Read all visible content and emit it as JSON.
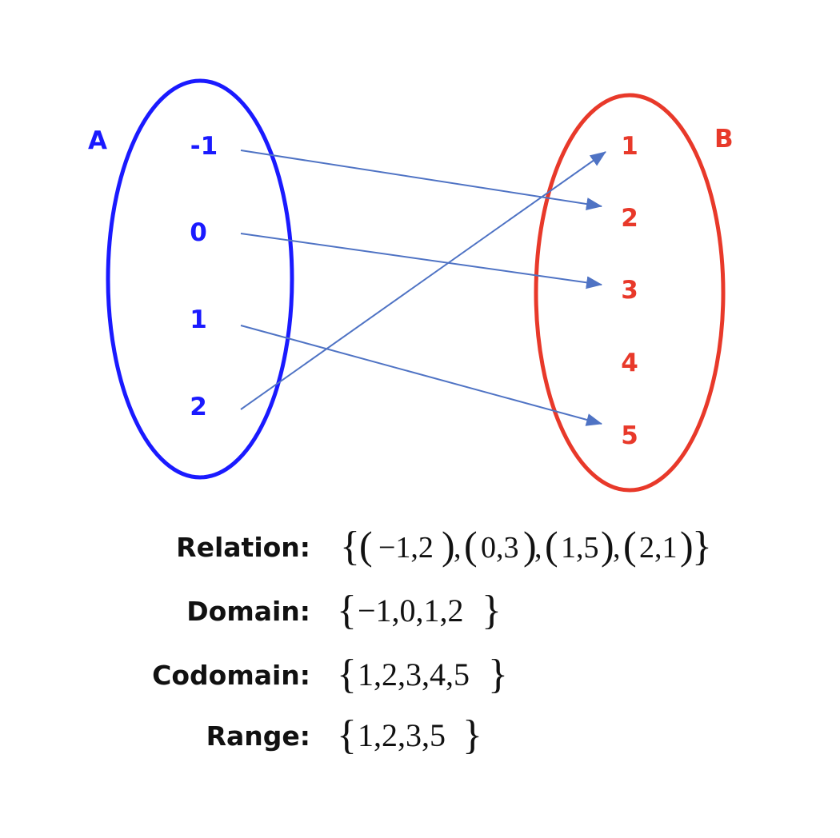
{
  "colors": {
    "set_a": "#1a1aff",
    "set_b": "#e8392a",
    "arrow": "#4f73c4",
    "text": "#111111"
  },
  "set_a": {
    "label": "A",
    "elements": [
      "-1",
      "0",
      "1",
      "2"
    ]
  },
  "set_b": {
    "label": "B",
    "elements": [
      "1",
      "2",
      "3",
      "4",
      "5"
    ]
  },
  "mappings": [
    {
      "from": "-1",
      "to": "2"
    },
    {
      "from": "0",
      "to": "3"
    },
    {
      "from": "1",
      "to": "5"
    },
    {
      "from": "2",
      "to": "1"
    }
  ],
  "summary": {
    "relation_label": "Relation:",
    "domain_label": "Domain:",
    "codomain_label": "Codomain:",
    "range_label": "Range:",
    "relation_pairs": [
      "−1,2",
      "0,3",
      "1,5",
      "2,1"
    ],
    "pair_separator": ",",
    "domain_set": "−1,0,1,2",
    "codomain_set": "1,2,3,4,5",
    "range_set": "1,2,3,5",
    "brace_open": "{",
    "brace_close": "}",
    "paren_open": "(",
    "paren_close": ")"
  }
}
